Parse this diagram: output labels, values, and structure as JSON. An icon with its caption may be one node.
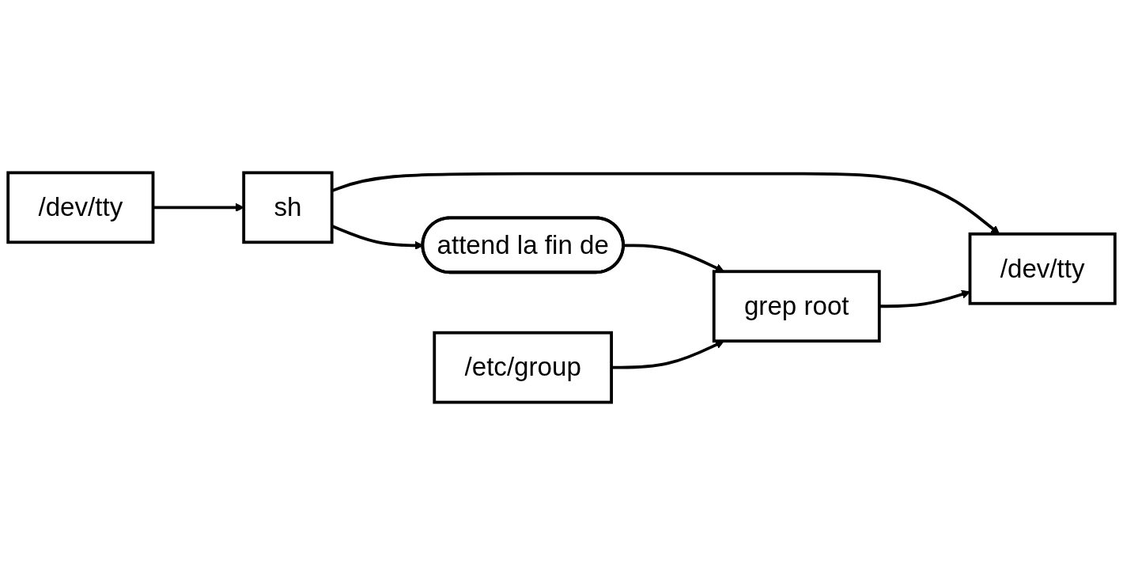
{
  "diagram": {
    "nodes": [
      {
        "text": [
          "/dev/tty"
        ]
      },
      {
        "text": [
          "sh"
        ]
      },
      {
        "text": [
          "/dev/tty"
        ]
      },
      {
        "text": [
          "attend la fin de"
        ]
      },
      {
        "text": [
          "/etc/group"
        ]
      },
      {
        "text": [
          "grep root"
        ]
      }
    ],
    "edges": [
      {
        "from": 0,
        "to": 1,
        "arrow": "to"
      },
      {
        "from": 1,
        "to": 2,
        "arrow": "to"
      },
      {
        "from": 1,
        "to": 3,
        "arrow": "to"
      },
      {
        "from": 3,
        "to": 5,
        "arrow": "to"
      },
      {
        "from": 4,
        "to": 5,
        "arrow": "to"
      },
      {
        "from": 5,
        "to": 2,
        "arrow": "to"
      }
    ]
  }
}
